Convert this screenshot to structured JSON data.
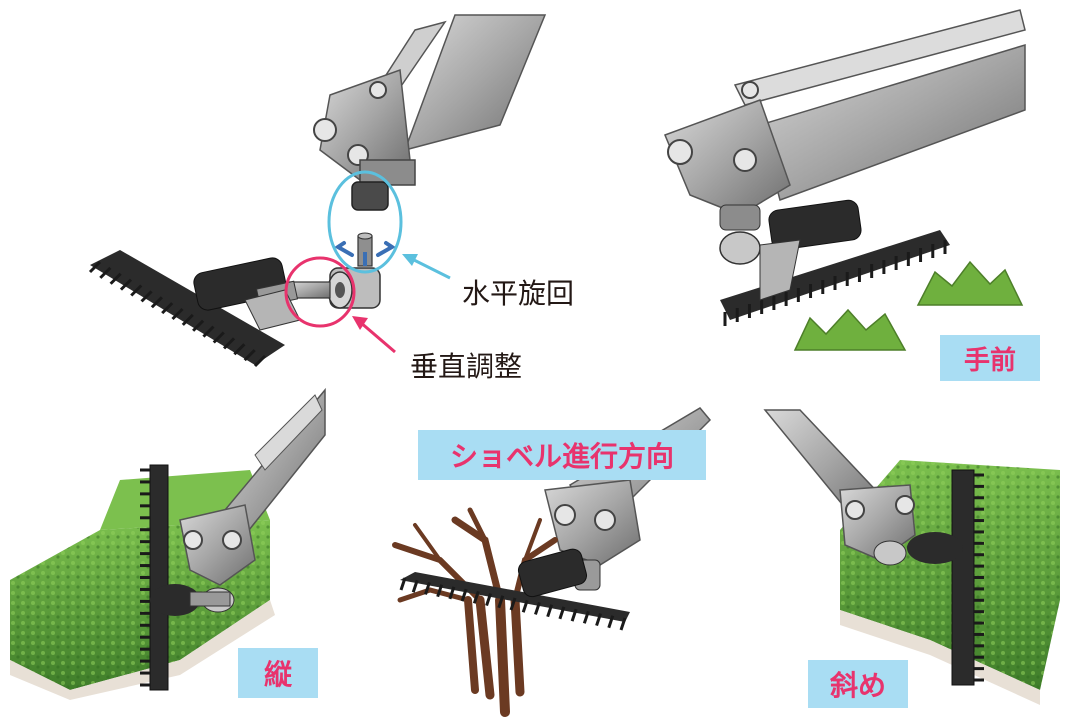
{
  "labels": {
    "horizontal_rotation": "水平旋回",
    "vertical_adjustment": "垂直調整",
    "front": "手前",
    "vertical": "縦",
    "excavator_direction": "ショベル進行方向",
    "diagonal": "斜め"
  },
  "colors": {
    "label_bg": "#a9ddf3",
    "label_text": "#e8336d",
    "cyan_marker": "#5bc0de",
    "pink_marker": "#e8336d",
    "arrow_blue": "#3a6fb5",
    "hedge_green": "#5a9a3a",
    "shrub_green": "#6fb03e",
    "metal": "#9a9a9a",
    "blade_dark": "#2b2b2b",
    "tree_brown": "#6b3a22"
  }
}
